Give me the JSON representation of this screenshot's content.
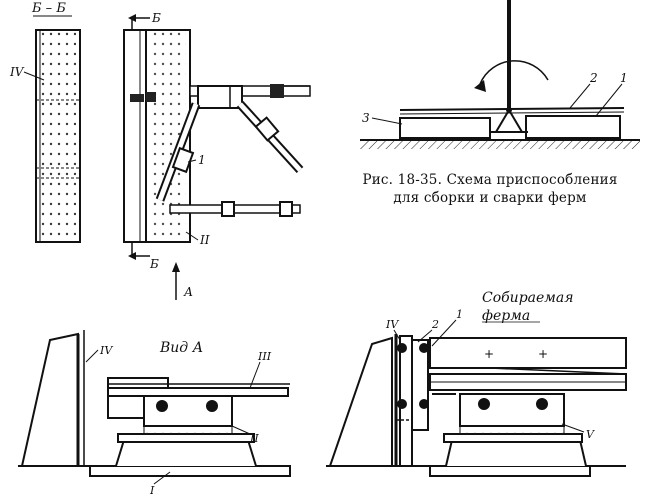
{
  "figure": {
    "section_label": "Б – Б",
    "cut_label": "Б",
    "view_label": "Вид А",
    "arrow_label": "А",
    "roman": {
      "IV": "IV",
      "III": "III",
      "II": "II",
      "I": "I",
      "V": "V"
    },
    "numbers": {
      "n1": "1",
      "n2": "2",
      "n3": "3"
    },
    "assembled_truss": [
      "Собираемая",
      "ферма"
    ],
    "caption": {
      "line1": "Рис. 18-35. Схема приспособления",
      "line2": "для сборки и сварки ферм"
    }
  }
}
